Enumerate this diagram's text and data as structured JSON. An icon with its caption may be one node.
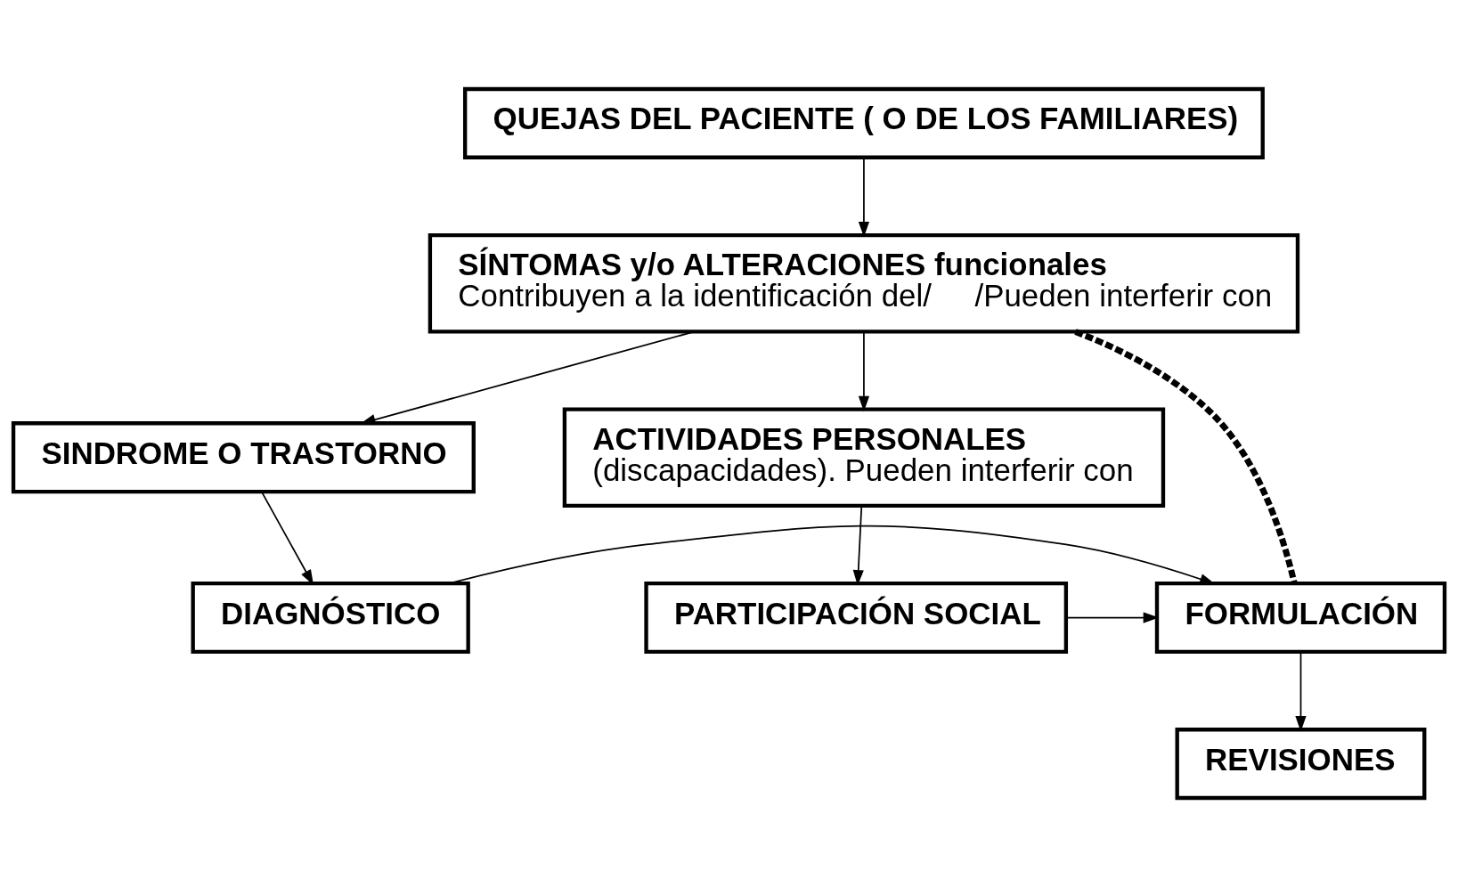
{
  "diagram": {
    "nodes": [
      {
        "text": [
          "QUEJAS DEL PACIENTE ( O DE LOS FAMILIARES)"
        ]
      },
      {
        "text": [
          "SÍNTOMAS y/o ALTERACIONES funcionales",
          "Contribuyen a la identificación del/     /Pueden interferir con"
        ]
      },
      {
        "text": [
          "SINDROME O TRASTORNO"
        ]
      },
      {
        "text": [
          "ACTIVIDADES PERSONALES",
          "(discapacidades). Pueden interferir con"
        ]
      },
      {
        "text": [
          "DIAGNÓSTICO"
        ]
      },
      {
        "text": [
          "FORMULACIÓN"
        ]
      },
      {
        "text": [
          "PARTICIPACIÓN SOCIAL"
        ]
      },
      {
        "text": [
          "REVISIONES"
        ]
      }
    ],
    "edges": [
      {
        "from": 0,
        "to": 1,
        "arrow": "to"
      },
      {
        "from": 1,
        "to": 2,
        "arrow": "to"
      },
      {
        "from": 1,
        "to": 3,
        "arrow": "to"
      },
      {
        "from": 1,
        "to": 5,
        "arrow": "none",
        "style": "dashed"
      },
      {
        "from": 2,
        "to": 4,
        "arrow": "to"
      },
      {
        "from": 3,
        "to": 6,
        "arrow": "to"
      },
      {
        "from": 4,
        "to": 5,
        "arrow": "to"
      },
      {
        "from": 6,
        "to": 5,
        "arrow": "to"
      },
      {
        "from": 5,
        "to": 7,
        "arrow": "to"
      }
    ]
  }
}
